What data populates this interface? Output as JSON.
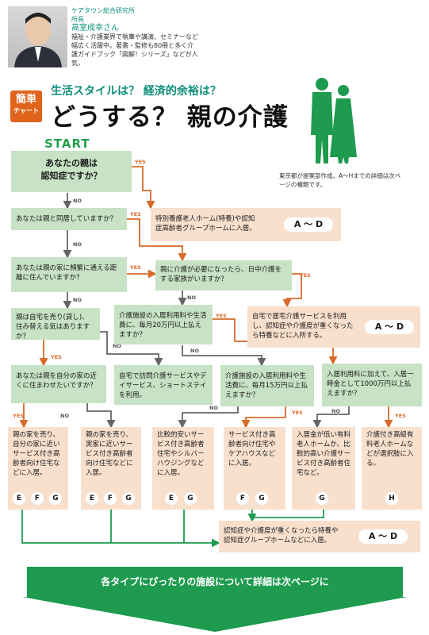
{
  "author": {
    "org": "ケアタウン総合研究所",
    "role": "所長",
    "name": "高室成幸さん",
    "bio": "福祉・介護業界で執筆や講演、セミナーなど幅広く活躍中。著書・監修も80冊と多く介護ガイドブック「図解！シリーズ」などが人気。"
  },
  "tag": {
    "line1": "簡単",
    "line2": "チャート"
  },
  "subtitle": "生活スタイルは？ 経済的余裕は？",
  "title": "どうする？ 親の介護",
  "start_label": "START",
  "note": "東京都が提案部作成。A〜Hまでの詳細は次ページの種類です。",
  "yes_label": "YES",
  "no_label": "NO",
  "nodes": {
    "q1": "あなたの親は\n認知症ですか？",
    "q2": "あなたは親と同居していますか？",
    "q3": "あなたは親の家に頻繁に通える距離に住んでいますか？",
    "q4": "親は自宅を売り(貸し)、住み替える気はありますか？",
    "q5": "あなたは親を自分の家の近くに住まわせたいですか？",
    "q6": "親に介護が必要になったら、日中介護をする家族がいますか？",
    "q7": "介護施設の入居利用料や生活費に、毎月20万円以上払えますか？",
    "q8": "介護施設の入居利用料や生活費に、毎月15万円以上払えますか？",
    "q9": "入居利用料に加えて、入居一時金として1000万円以上払えますか？",
    "s_home": "自宅で訪問介護サービスやデイサービス、ショートステイを利用。",
    "r_ad1": "特別養護老人ホーム(特養)や認知症高齢者グループホームに入居。",
    "r_ad2": "自宅で居宅介護サービスを利用し、認知症や介護度が重くなったら特養などに入所する。",
    "r_ad3": "認知症や介護度が重くなったら特養や認知症グループホームなどに入居。",
    "res1": "親の家を売り、自分の家に近いサービス付き高齢者向け住宅などに入居。",
    "res2": "親の家を売り、実家に近いサービス付き高齢者向け住宅などに入居。",
    "res3": "比較的安いサービス付き高齢者住宅やシルバーハウジングなどに入居。",
    "res4": "サービス付き高齢者向け住宅やケアハウスなどに入居。",
    "res5": "入居金が低い有料老人ホームか、比較的高い介護サービス付き高齢者住宅など。",
    "res6": "介護付き高級有料老人ホームなどが選択肢に入る。"
  },
  "pills": {
    "ad": "A 〜 D"
  },
  "letters": {
    "res1": [
      "E",
      "F",
      "G"
    ],
    "res2": [
      "E",
      "F",
      "G"
    ],
    "res3": [
      "E",
      "G"
    ],
    "res4": [
      "F",
      "G"
    ],
    "res5": [
      "G"
    ],
    "res6": [
      "H"
    ]
  },
  "banner": "各タイプにぴったりの施設について詳細は次ページに",
  "colors": {
    "green": "#1e9b4f",
    "box": "#c7e2c4",
    "peach": "#f8e0cd",
    "orange": "#d96a2a",
    "gray": "#666666",
    "title_green": "#0d8f7c"
  }
}
